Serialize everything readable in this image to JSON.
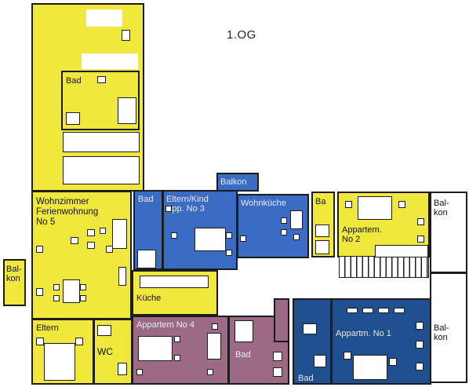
{
  "floor_title": "1.OG",
  "rooms": {
    "bad_top": "Bad",
    "wohnzimmer": "Wohnzimmer\nFerienwohnung\nNo 5",
    "balkon_left": "Bal-\nkon",
    "eltern": "Eltern",
    "wc": "WC",
    "kueche": "Küche",
    "bad_left": "Bad",
    "eltern_kind": "Eltern/Kind\nApp. No 3",
    "balkon_top": "Balkon",
    "wohnkueche": "Wohnküche",
    "ba": "Ba",
    "appartem_2": "Appartem.\nNo 2",
    "balkon_right_top": "Bal-\nkon",
    "balkon_right_bottom": "Bal-\nkon",
    "appartem_4": "Appartem No 4",
    "bad_mauve": "Bad",
    "bad_navy": "Bad",
    "appartem_1": "Appartm. No 1"
  },
  "colors": {
    "yellow": "#f1e83d",
    "blue": "#3b6cc4",
    "navy": "#1f4f8e",
    "mauve": "#9d6a86",
    "outline": "#1c1c1c"
  }
}
